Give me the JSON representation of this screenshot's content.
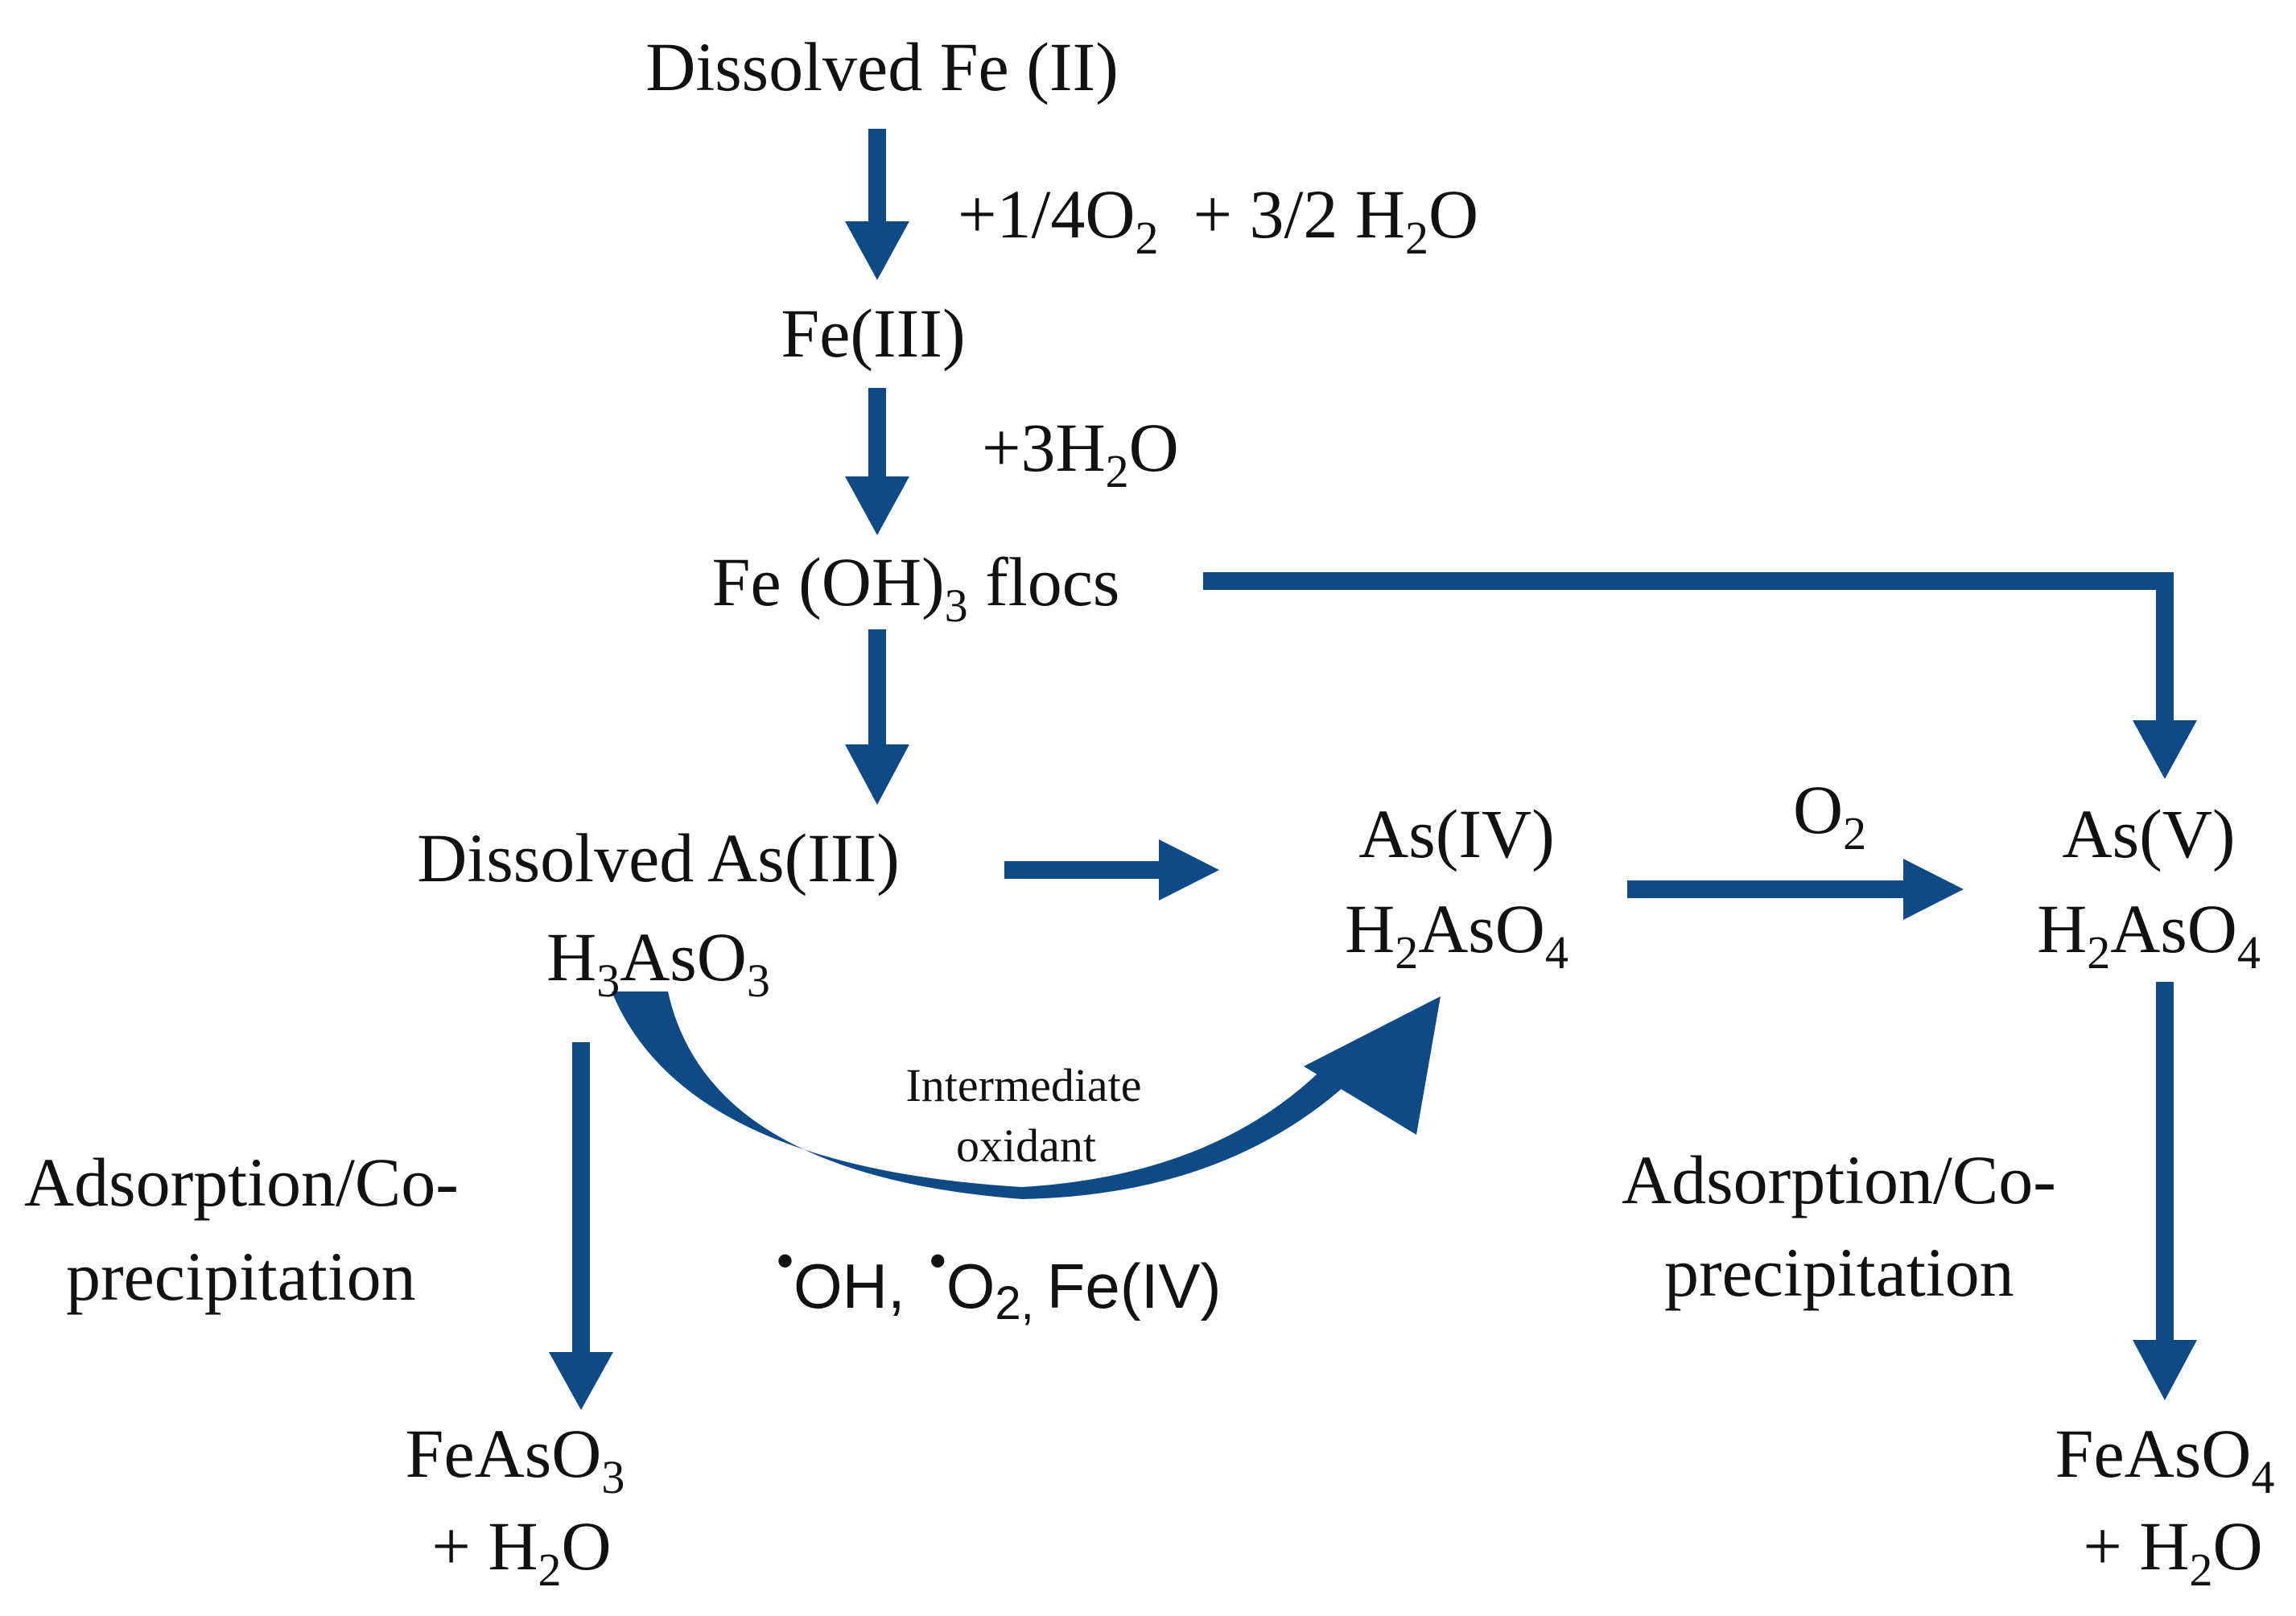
{
  "colors": {
    "arrow": "#0d4a86",
    "text": "#111111",
    "background": "#ffffff"
  },
  "nodes": {
    "dissolved_fe2": "Dissolved Fe (II)",
    "fe3": "Fe(III)",
    "fe_oh3": {
      "a": "Fe (OH)",
      "sub": "3",
      "b": " flocs"
    },
    "as3": {
      "line1": "Dissolved As(III)",
      "a": "H",
      "sub1": "3",
      "b": "AsO",
      "sub2": "3"
    },
    "as4": {
      "line1": "As(IV)",
      "a": "H",
      "sub1": "2",
      "b": "AsO",
      "sub2": "4"
    },
    "as5": {
      "line1": "As(V)",
      "a": "H",
      "sub1": "2",
      "b": "AsO",
      "sub2": "4"
    },
    "feaso3": {
      "a": "FeAsO",
      "sub": "3",
      "line2_a": "+ H",
      "line2_sub": "2",
      "line2_b": "O"
    },
    "feaso4": {
      "a": "FeAsO",
      "sub": "4",
      "line2_a": "+ H",
      "line2_sub": "2",
      "line2_b": "O"
    }
  },
  "labels": {
    "oxygen_water": {
      "a": "+1/4O",
      "sub1": "2",
      "b": "  + 3/2 H",
      "sub2": "2",
      "c": "O"
    },
    "water3": {
      "a": "+3H",
      "sub": "2",
      "b": "O"
    },
    "o2": {
      "a": "O",
      "sub": "2"
    },
    "intermediate_line1": "Intermediate",
    "intermediate_line2": "oxidant",
    "radicals": {
      "dot1": "•",
      "oh": "OH,",
      "dot2": "•",
      "o": "O",
      "sub": "2,",
      "fe4": "Fe(IV)"
    },
    "adsorption_left_line1": "Adsorption/Co-",
    "adsorption_left_line2": "precipitation",
    "adsorption_right_line1": "Adsorption/Co-",
    "adsorption_right_line2": "precipitation"
  }
}
